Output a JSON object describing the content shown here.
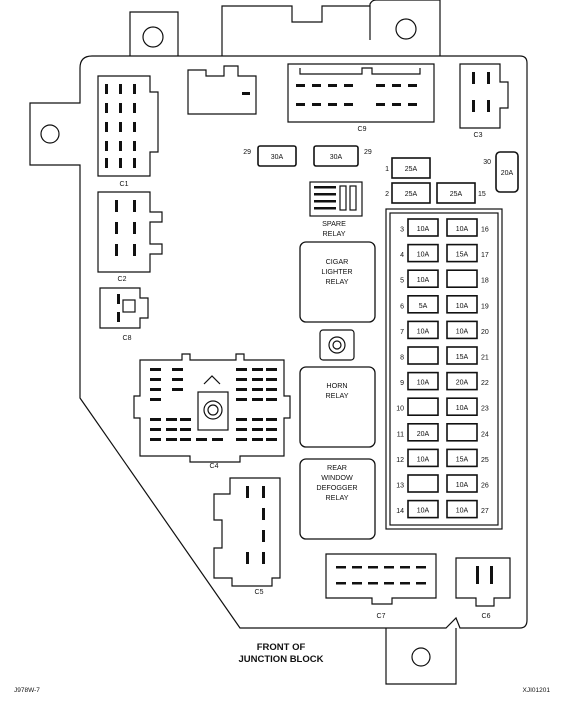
{
  "title": [
    "FRONT OF",
    "JUNCTION BLOCK"
  ],
  "footer": {
    "left": "J978W-7",
    "right": "XJI01201"
  },
  "connectors": {
    "c1": "C1",
    "c2": "C2",
    "c3": "C3",
    "c4": "C4",
    "c5": "C5",
    "c6": "C6",
    "c7": "C7",
    "c8": "C8",
    "c9": "C9"
  },
  "relays": {
    "spare": [
      "SPARE",
      "RELAY"
    ],
    "cigar": [
      "CIGAR",
      "LIGHTER",
      "RELAY"
    ],
    "horn": [
      "HORN",
      "RELAY"
    ],
    "rear": [
      "REAR",
      "WINDOW",
      "DEFOGGER",
      "RELAY"
    ]
  },
  "maxi_fuses": [
    {
      "num": "29",
      "rating": "30A"
    },
    {
      "num": "29",
      "rating": "30A"
    },
    {
      "num": "30",
      "rating": "20A"
    }
  ],
  "top_fuses": [
    {
      "num": "1",
      "rating": "25A"
    },
    {
      "num": "2",
      "rating": "25A"
    },
    {
      "num": "15",
      "rating": "25A"
    }
  ],
  "fuse_rows": [
    {
      "lnum": "3",
      "l": "10A",
      "r": "10A",
      "rnum": "16"
    },
    {
      "lnum": "4",
      "l": "10A",
      "r": "15A",
      "rnum": "17"
    },
    {
      "lnum": "5",
      "l": "10A",
      "r": "",
      "rnum": "18"
    },
    {
      "lnum": "6",
      "l": "5A",
      "r": "10A",
      "rnum": "19"
    },
    {
      "lnum": "7",
      "l": "10A",
      "r": "10A",
      "rnum": "20"
    },
    {
      "lnum": "8",
      "l": "",
      "r": "15A",
      "rnum": "21"
    },
    {
      "lnum": "9",
      "l": "10A",
      "r": "20A",
      "rnum": "22"
    },
    {
      "lnum": "10",
      "l": "",
      "r": "10A",
      "rnum": "23"
    },
    {
      "lnum": "11",
      "l": "20A",
      "r": "",
      "rnum": "24"
    },
    {
      "lnum": "12",
      "l": "10A",
      "r": "15A",
      "rnum": "25"
    },
    {
      "lnum": "13",
      "l": "",
      "r": "10A",
      "rnum": "26"
    },
    {
      "lnum": "14",
      "l": "10A",
      "r": "10A",
      "rnum": "27"
    }
  ]
}
